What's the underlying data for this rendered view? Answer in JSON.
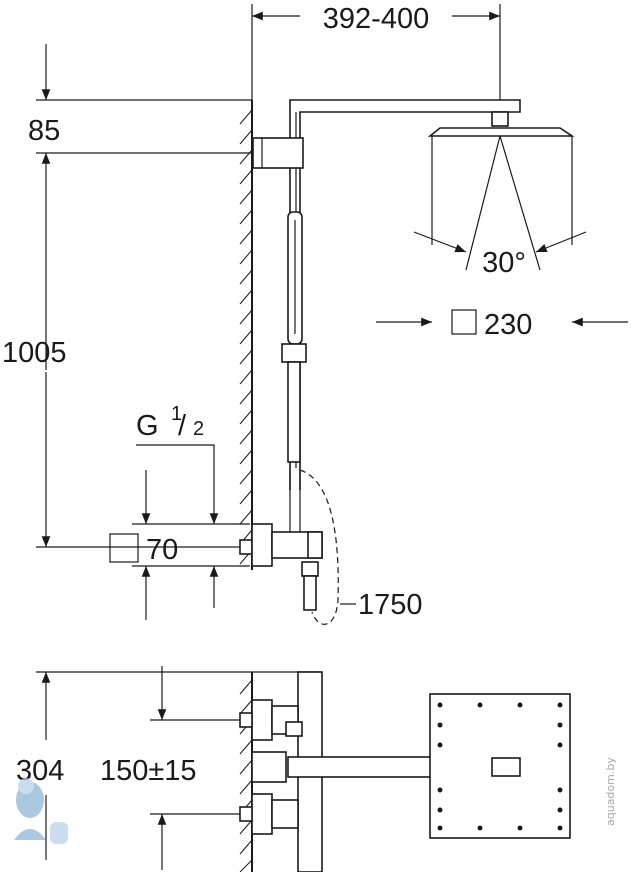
{
  "dimensions": {
    "arm_reach": "392-400",
    "top_offset": "85",
    "riser_height": "1005",
    "spray_angle": "30°",
    "head_size": "230",
    "thread_prefix": "G",
    "thread_num": "1",
    "thread_den": "2",
    "mixer_width": "70",
    "hose_length": "1750",
    "total_depth": "304",
    "centres": "150±15"
  },
  "watermark": "aquadom.by",
  "colors": {
    "line": "#1a1a1a",
    "watermark": "#a9a9a9",
    "logo": "#8fb6d8"
  }
}
